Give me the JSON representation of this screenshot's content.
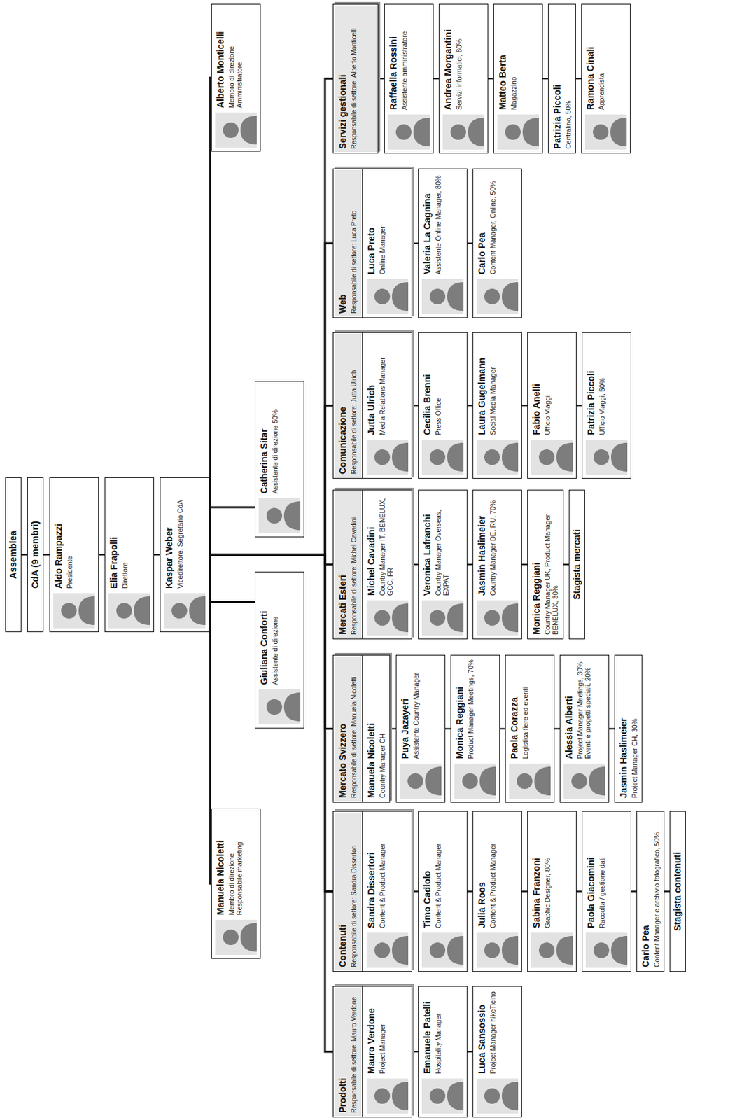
{
  "diagram": {
    "nodes": [
      {
        "text": [
          "Assemblea"
        ]
      },
      {
        "text": [
          "CdA (9 membri)"
        ]
      },
      {
        "text": [
          "Aldo Rampazzi",
          "Presidente"
        ]
      },
      {
        "text": [
          "Elia Frapolli",
          "Direttore"
        ]
      },
      {
        "text": [
          "Kaspar Weber",
          "Vicedirettore, Segretario CdA"
        ]
      },
      {
        "text": [
          "Manuela Nicoletti",
          "Membro di direzione Responsabile marketing"
        ]
      },
      {
        "text": [
          "Giuliana Conforti",
          "Assistente di direzione"
        ]
      },
      {
        "text": [
          "Catherina Sitar",
          "Assistente di direzione 50%"
        ]
      },
      {
        "text": [
          "Alberto Monticelli",
          "Membro di direzione Amministratore"
        ]
      },
      {
        "text": [
          "Prodotti",
          "Responsabile di settore: Mauro Verdone"
        ]
      },
      {
        "text": [
          "Mauro Verdone",
          "Project Manager"
        ],
        "in": 9
      },
      {
        "text": [
          "Emanuele Patelli",
          "Hospitality Manager"
        ]
      },
      {
        "text": [
          "Luca Sansossio",
          "Project Manager hikeTicino"
        ]
      },
      {
        "text": [
          "Contenuti",
          "Responsabile di settore: Sandra Dissertori"
        ]
      },
      {
        "text": [
          "Sandra Dissertori",
          "Content & Product Manager"
        ],
        "in": 13
      },
      {
        "text": [
          "Timo Cadlolo",
          "Content & Product Manager"
        ]
      },
      {
        "text": [
          "Julia Roos",
          "Content & Product Manager"
        ]
      },
      {
        "text": [
          "Sabina Franzoni",
          "Graphic Designer, 80%"
        ]
      },
      {
        "text": [
          "Paola Giacomini",
          "Raccolta / gestione dati"
        ]
      },
      {
        "text": [
          "Carlo Pea",
          "Content Manager e archivio fotografico, 50%"
        ]
      },
      {
        "text": [
          "Stagista contenuti"
        ]
      },
      {
        "text": [
          "Mercato Svizzero",
          "Responsabile di settore: Manuela Nicoletti"
        ]
      },
      {
        "text": [
          "Manuela Nicoletti",
          "Country Manager CH"
        ],
        "in": 21
      },
      {
        "text": [
          "Puya Jazayeri",
          "Assistente Country Manager"
        ]
      },
      {
        "text": [
          "Monica Reggiani",
          "Product Manager Meetings, 70%"
        ]
      },
      {
        "text": [
          "Paola Corazza",
          "Logistica fiere ed eventi"
        ]
      },
      {
        "text": [
          "Alessia Alberti",
          "Project Manager Meetings, 30% Eventi e progetti speciali, 20%"
        ]
      },
      {
        "text": [
          "Jasmin Haslimeier",
          "Project Manager CH, 30%"
        ]
      },
      {
        "text": [
          "Mercati Esteri",
          "Responsabile di settore: Michel Cavadini"
        ]
      },
      {
        "text": [
          "Michel Cavadini",
          "Country Manager IT, BENELUX, GCC, FR"
        ],
        "in": 28
      },
      {
        "text": [
          "Veronica Lafranchi",
          "Country Manager Overseas, EXPAT"
        ]
      },
      {
        "text": [
          "Jasmin Haslimeier",
          "Country Manager DE, RU, 70%"
        ]
      },
      {
        "text": [
          "Monica Reggiani",
          "Country Manager UK, Product Manager BENELUX, 30%"
        ]
      },
      {
        "text": [
          "Stagista mercati"
        ]
      },
      {
        "text": [
          "Comunicazione",
          "Responsabile di settore: Jutta Ulrich"
        ]
      },
      {
        "text": [
          "Jutta Ulrich",
          "Media Relations Manager"
        ],
        "in": 34
      },
      {
        "text": [
          "Cecilia Brenni",
          "Press Office"
        ]
      },
      {
        "text": [
          "Laura Gugelmann",
          "Social Media Manager"
        ]
      },
      {
        "text": [
          "Fabio Anelli",
          "Ufficio Viaggi"
        ]
      },
      {
        "text": [
          "Patrizia Piccoli",
          "Ufficio Viaggi, 50%"
        ]
      },
      {
        "text": [
          "Web",
          "Responsabile di settore: Luca Preto"
        ]
      },
      {
        "text": [
          "Luca Preto",
          "Online Manager"
        ],
        "in": 40
      },
      {
        "text": [
          "Valeria La Cagnina",
          "Assistente Online Manager, 80%"
        ]
      },
      {
        "text": [
          "Carlo Pea",
          "Content Manager, Online, 50%"
        ]
      },
      {
        "text": [
          "Servizi gestionali",
          "Responsabile di settore: Alberto Monticelli"
        ]
      },
      {
        "text": [
          "Raffaella Rossini",
          "Assistente amministratore"
        ]
      },
      {
        "text": [
          "Andrea Morgantini",
          "Servizi informatici, 80%"
        ]
      },
      {
        "text": [
          "Matteo Berta",
          "Magazzino"
        ]
      },
      {
        "text": [
          "Patrizia Piccoli",
          "Centralino, 50%"
        ]
      },
      {
        "text": [
          "Ramona Cinali",
          "Apprendista"
        ]
      }
    ],
    "edges": [
      {
        "from": 0,
        "to": 1,
        "arrow": "none"
      },
      {
        "from": 1,
        "to": 2,
        "arrow": "none"
      },
      {
        "from": 2,
        "to": 3,
        "arrow": "none"
      },
      {
        "from": 3,
        "to": 4,
        "arrow": "none"
      },
      {
        "from": 4,
        "to": 5,
        "arrow": "none"
      },
      {
        "from": 4,
        "to": 6,
        "arrow": "none"
      },
      {
        "from": 4,
        "to": 7,
        "arrow": "none"
      },
      {
        "from": 4,
        "to": 8,
        "arrow": "none"
      },
      {
        "from": 4,
        "to": 9,
        "arrow": "none"
      },
      {
        "from": 4,
        "to": 13,
        "arrow": "none"
      },
      {
        "from": 4,
        "to": 21,
        "arrow": "none"
      },
      {
        "from": 4,
        "to": 28,
        "arrow": "none"
      },
      {
        "from": 4,
        "to": 34,
        "arrow": "none"
      },
      {
        "from": 4,
        "to": 40,
        "arrow": "none"
      },
      {
        "from": 4,
        "to": 44,
        "arrow": "none"
      },
      {
        "from": 10,
        "to": 11,
        "arrow": "none"
      },
      {
        "from": 11,
        "to": 12,
        "arrow": "none"
      },
      {
        "from": 14,
        "to": 15,
        "arrow": "none"
      },
      {
        "from": 15,
        "to": 16,
        "arrow": "none"
      },
      {
        "from": 16,
        "to": 17,
        "arrow": "none"
      },
      {
        "from": 17,
        "to": 18,
        "arrow": "none"
      },
      {
        "from": 18,
        "to": 19,
        "arrow": "none"
      },
      {
        "from": 19,
        "to": 20,
        "arrow": "none"
      },
      {
        "from": 22,
        "to": 23,
        "arrow": "none"
      },
      {
        "from": 23,
        "to": 24,
        "arrow": "none"
      },
      {
        "from": 24,
        "to": 25,
        "arrow": "none"
      },
      {
        "from": 25,
        "to": 26,
        "arrow": "none"
      },
      {
        "from": 26,
        "to": 27,
        "arrow": "none"
      },
      {
        "from": 29,
        "to": 30,
        "arrow": "none"
      },
      {
        "from": 30,
        "to": 31,
        "arrow": "none"
      },
      {
        "from": 31,
        "to": 32,
        "arrow": "none"
      },
      {
        "from": 32,
        "to": 33,
        "arrow": "none"
      },
      {
        "from": 35,
        "to": 36,
        "arrow": "none"
      },
      {
        "from": 36,
        "to": 37,
        "arrow": "none"
      },
      {
        "from": 37,
        "to": 38,
        "arrow": "none"
      },
      {
        "from": 38,
        "to": 39,
        "arrow": "none"
      },
      {
        "from": 41,
        "to": 42,
        "arrow": "none"
      },
      {
        "from": 42,
        "to": 43,
        "arrow": "none"
      },
      {
        "from": 44,
        "to": 45,
        "arrow": "none"
      },
      {
        "from": 45,
        "to": 46,
        "arrow": "none"
      },
      {
        "from": 46,
        "to": 47,
        "arrow": "none"
      },
      {
        "from": 47,
        "to": 48,
        "arrow": "none"
      },
      {
        "from": 48,
        "to": 49,
        "arrow": "none"
      }
    ]
  }
}
